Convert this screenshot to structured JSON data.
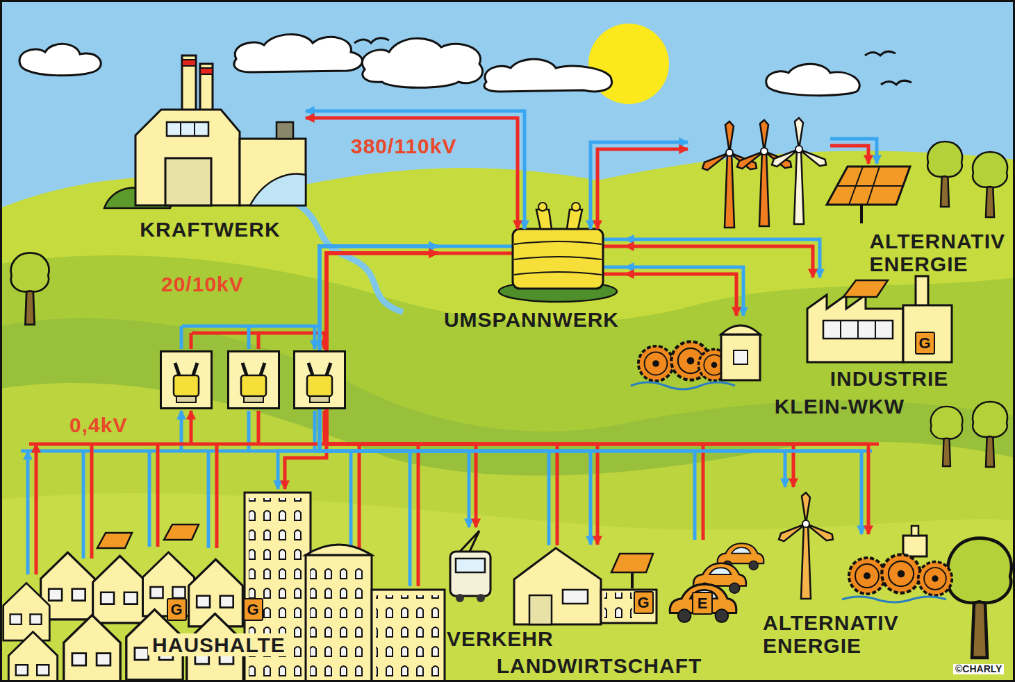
{
  "diagram": {
    "nodes": [
      {
        "text": [
          "KRAFTWERK"
        ]
      },
      {
        "text": [
          "UMSPANNWERK"
        ]
      },
      {
        "text": [
          "ALTERNATIV ENERGIE"
        ]
      },
      {
        "text": [
          "INDUSTRIE"
        ]
      },
      {
        "text": [
          "G"
        ],
        "in": 3
      },
      {
        "text": [
          "KLEIN-WKW"
        ]
      },
      {
        "text": [
          "HAUSHALTE"
        ]
      },
      {
        "text": [
          "G"
        ],
        "in": 6
      },
      {
        "text": [
          "G"
        ],
        "in": 6
      },
      {
        "text": [
          "VERKEHR"
        ]
      },
      {
        "text": [
          "LANDWIRTSCHAFT"
        ]
      },
      {
        "text": [
          "G"
        ],
        "in": 10
      },
      {
        "text": [
          "E"
        ]
      },
      {
        "text": [
          "ALTERNATIV ENERGIE"
        ]
      }
    ],
    "edges": [
      {
        "from": 0,
        "to": 1,
        "label": "380/110kV",
        "arrow": "both"
      },
      {
        "from": 2,
        "to": 1,
        "arrow": "both"
      },
      {
        "from": 1,
        "to": 3,
        "arrow": "both"
      },
      {
        "from": 1,
        "to": 5,
        "arrow": "both"
      },
      {
        "from": 1,
        "to": 6,
        "arrow": "both"
      },
      {
        "from": 1,
        "to": 9,
        "arrow": "both"
      },
      {
        "from": 1,
        "to": 10,
        "arrow": "both"
      },
      {
        "from": 1,
        "to": 13,
        "arrow": "both"
      }
    ],
    "labels": [
      "20/10kV",
      "0,4kV",
      "©CHARLY"
    ]
  }
}
